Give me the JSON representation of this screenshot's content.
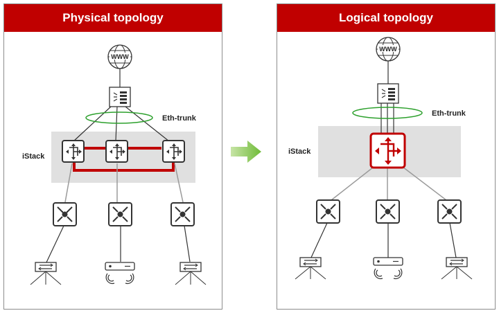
{
  "physical": {
    "title": "Physical topology",
    "eth_trunk_label": "Eth-trunk",
    "istack_label": "iStack"
  },
  "logical": {
    "title": "Logical topology",
    "eth_trunk_label": "Eth-trunk",
    "istack_label": "iStack"
  },
  "icons": {
    "internet": "www-globe-icon",
    "aggregation": "router-icon",
    "stack_member": "core-switch-icon",
    "access": "access-switch-icon",
    "endpoint_switch": "switch-icon",
    "endpoint_ap": "wireless-ap-icon"
  },
  "colors": {
    "header": "#c00000",
    "stack_link": "#c00000",
    "eth_trunk_ring": "#2ca02c",
    "stack_zone": "#e0e0e0",
    "transition_arrow": "#7bc143"
  }
}
